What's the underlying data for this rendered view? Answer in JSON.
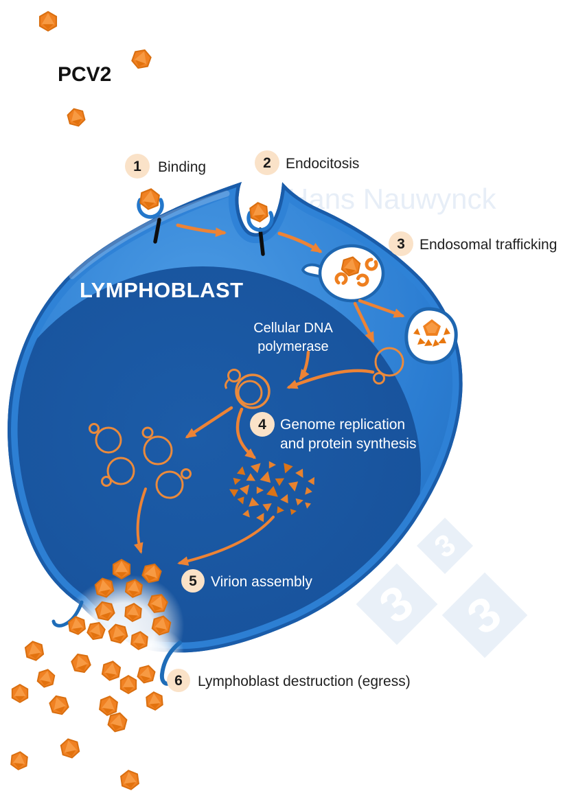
{
  "title": "PCV2",
  "cell": {
    "label": "LYMPHOBLAST"
  },
  "nucleus_annotation": {
    "line1": "Cellular DNA",
    "line2": "polymerase"
  },
  "steps": [
    {
      "num": "1",
      "label": "Binding"
    },
    {
      "num": "2",
      "label": "Endocitosis"
    },
    {
      "num": "3",
      "label": "Endosomal trafficking"
    },
    {
      "num": "4",
      "label_line1": "Genome replication",
      "label_line2": "and protein synthesis"
    },
    {
      "num": "5",
      "label": "Virion assembly"
    },
    {
      "num": "6",
      "label": "Lymphoblast destruction (egress)"
    }
  ],
  "watermark": {
    "author": "Hans Nauwynck",
    "logo_digit": "3"
  },
  "colors": {
    "virus_orange": "#EF8122",
    "arrow_orange": "#ED8335",
    "dna_orange": "#EA8A3C",
    "cytoplasm_blue": "#2E82D6",
    "membrane_blue": "#1A5CA9",
    "nucleus_blue": "#17539E",
    "receptor_blue": "#2377CB",
    "badge_peach": "#FAE2C8",
    "watermark_blue": "#E7EEF7",
    "diamond_blue": "#E9F0F8"
  }
}
